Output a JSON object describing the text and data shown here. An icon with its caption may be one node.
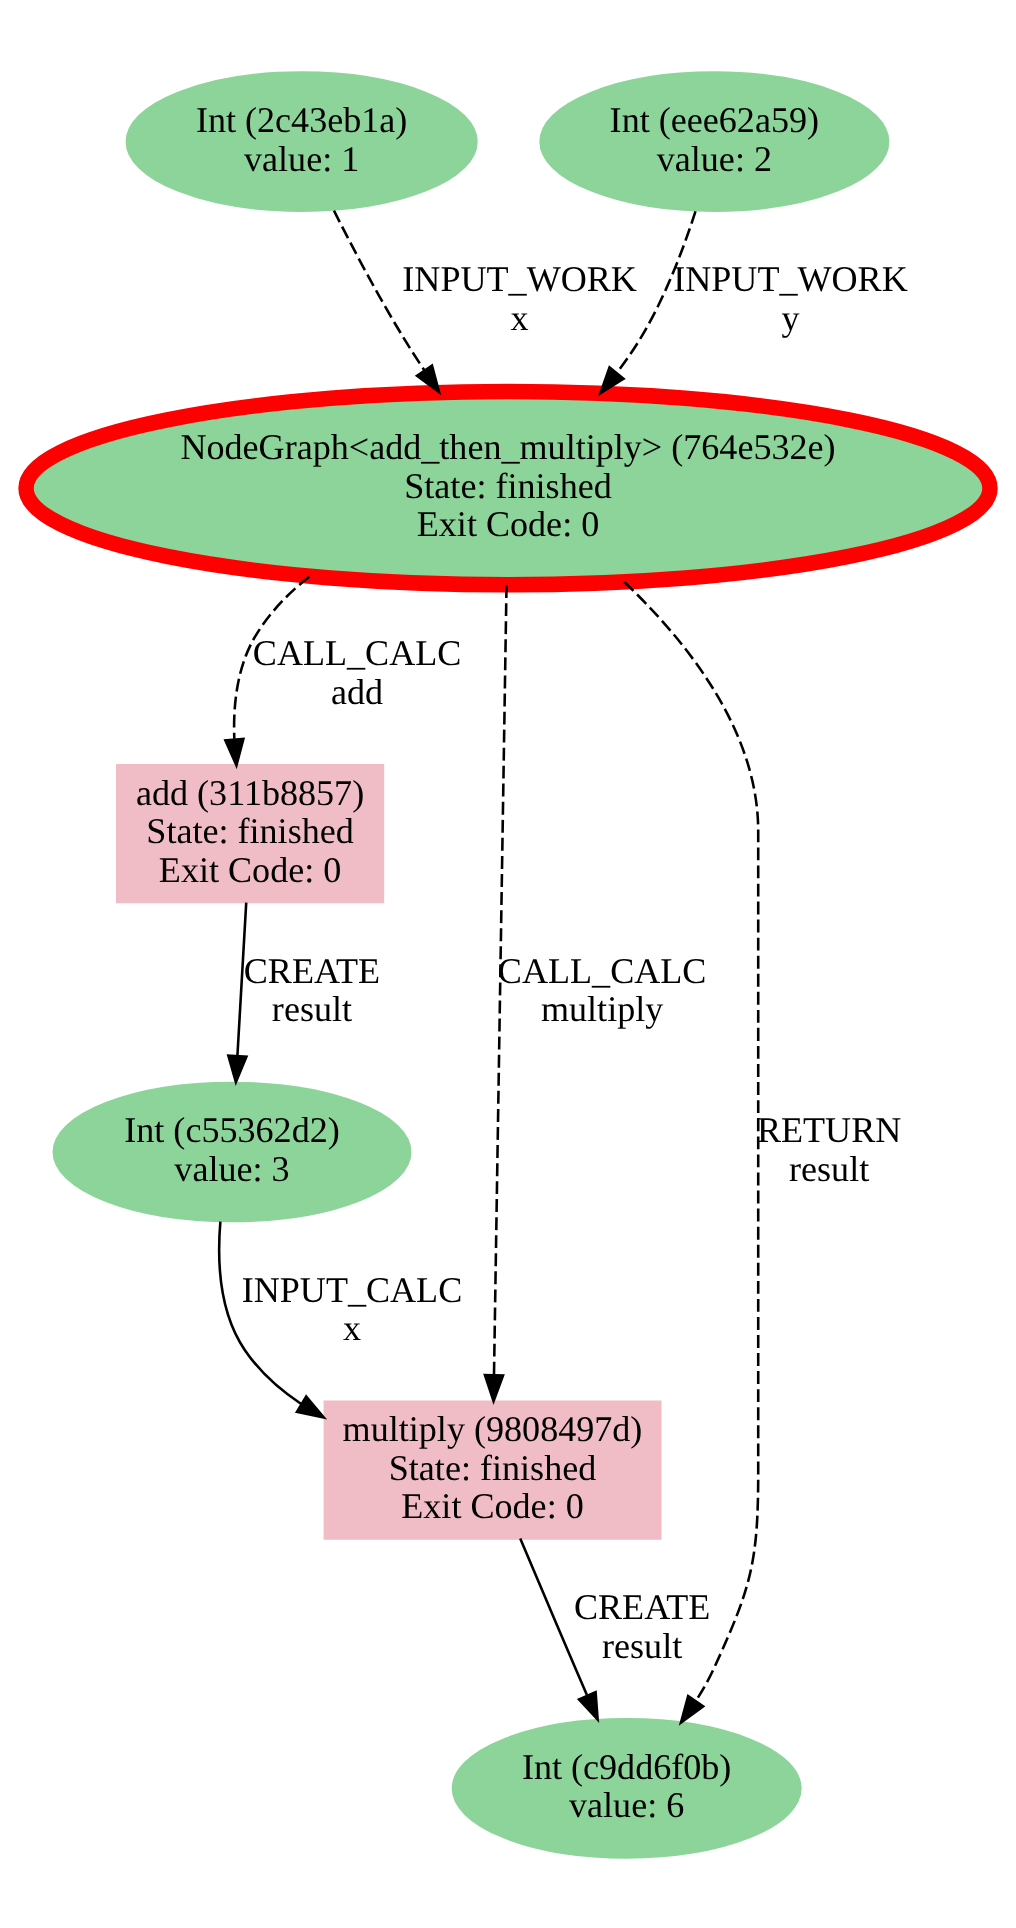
{
  "diagram": {
    "nodes": [
      {
        "text": [
          "Int (2c43eb1a)",
          "value: 1"
        ]
      },
      {
        "text": [
          "Int (eee62a59)",
          "value: 2"
        ]
      },
      {
        "text": [
          "NodeGraph<add_then_multiply> (764e532e)",
          "State: finished",
          "Exit Code: 0"
        ]
      },
      {
        "text": [
          "add (311b8857)",
          "State: finished",
          "Exit Code: 0"
        ]
      },
      {
        "text": [
          "Int (c55362d2)",
          "value: 3"
        ]
      },
      {
        "text": [
          "multiply (9808497d)",
          "State: finished",
          "Exit Code: 0"
        ]
      },
      {
        "text": [
          "Int (c9dd6f0b)",
          "value: 6"
        ]
      }
    ],
    "edges": [
      {
        "from": 0,
        "to": 2,
        "arrow": "to",
        "label": "INPUT_WORK x",
        "style": "dashed"
      },
      {
        "from": 1,
        "to": 2,
        "arrow": "to",
        "label": "INPUT_WORK y",
        "style": "dashed"
      },
      {
        "from": 2,
        "to": 3,
        "arrow": "to",
        "label": "CALL_CALC add",
        "style": "dashed"
      },
      {
        "from": 3,
        "to": 4,
        "arrow": "to",
        "label": "CREATE result"
      },
      {
        "from": 2,
        "to": 5,
        "arrow": "to",
        "label": "CALL_CALC multiply",
        "style": "dashed"
      },
      {
        "from": 2,
        "to": 6,
        "arrow": "to",
        "label": "RETURN result",
        "style": "dashed"
      },
      {
        "from": 4,
        "to": 5,
        "arrow": "to",
        "label": "INPUT_CALC x"
      },
      {
        "from": 5,
        "to": 6,
        "arrow": "to",
        "label": "CREATE result"
      }
    ]
  }
}
